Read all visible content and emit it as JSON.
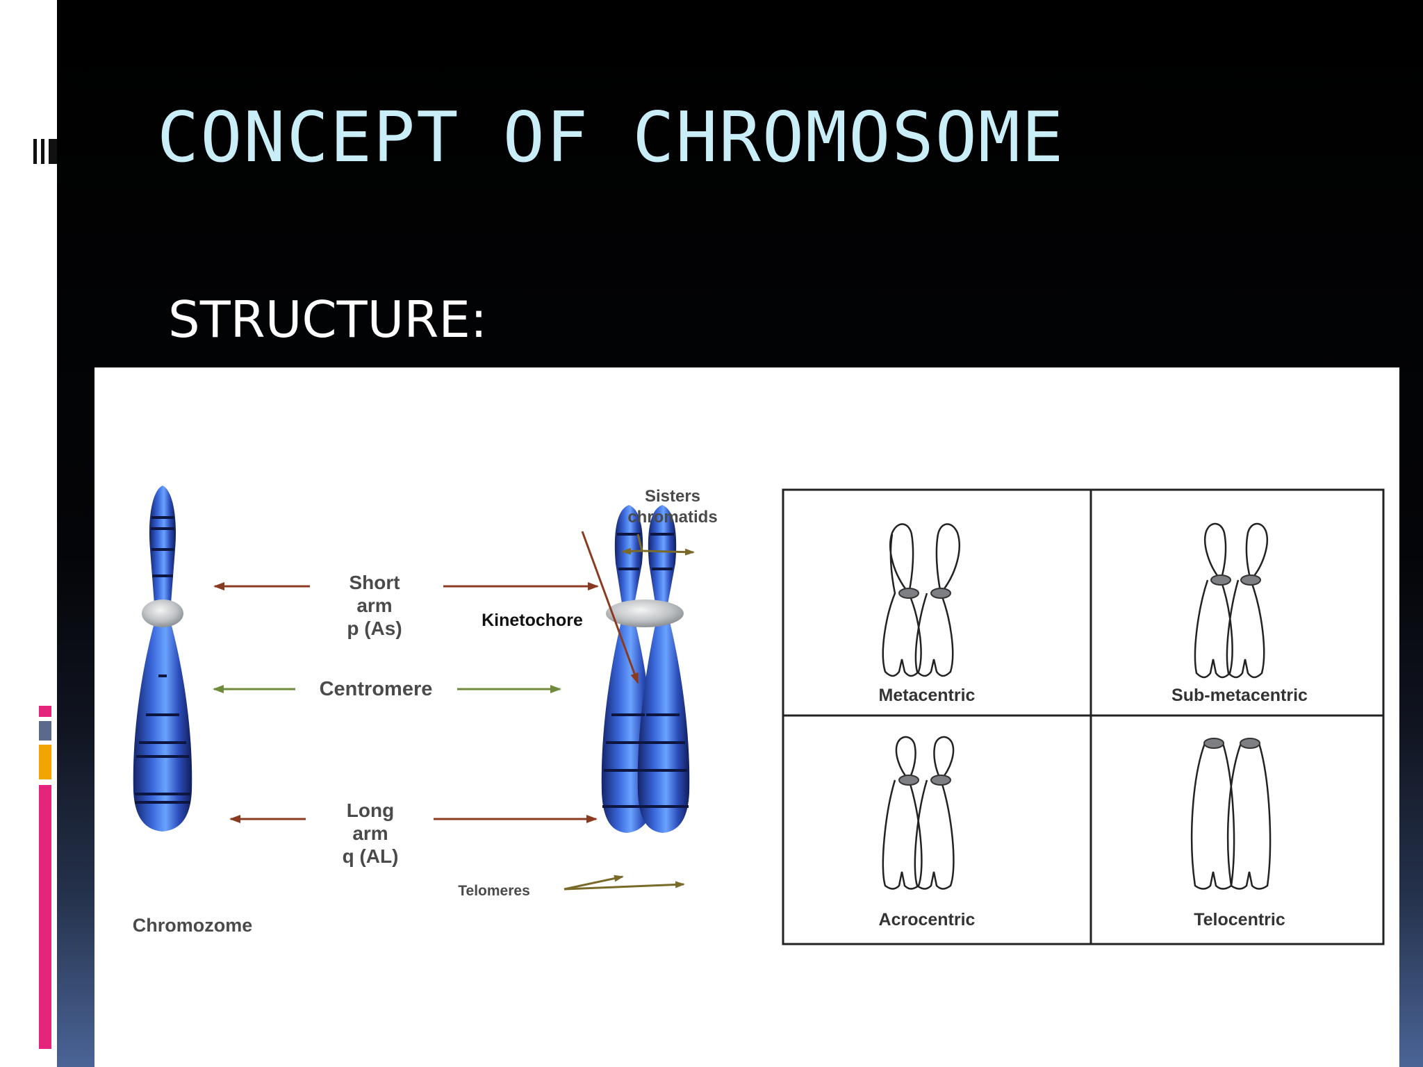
{
  "slide": {
    "title": "CONCEPT OF CHROMOSOME",
    "section_label": "STRUCTURE:"
  },
  "colors": {
    "title_text": "#c9eef8",
    "section_text": "#ffffff",
    "chromosome_blue": "#2f55c8",
    "centromere_gray": "#b9bcbf",
    "arrow_brown": "#8b3a22",
    "arrow_green": "#6f8a3a",
    "accent_pink": "#e3267b",
    "accent_orange": "#f2a500",
    "accent_slate": "#5b6a8a"
  },
  "diagram": {
    "labels": {
      "short_arm": [
        "Short",
        "arm",
        "p (As)"
      ],
      "centromere": "Centromere",
      "long_arm": [
        "Long",
        "arm",
        "q (AL)"
      ],
      "kinetochore": "Kinetochore",
      "sister_chromatids": [
        "Sisters",
        "chromatids"
      ],
      "telomeres": "Telomeres",
      "chromosome": "Chromozome"
    },
    "types": [
      "Metacentric",
      "Sub-metacentric",
      "Acrocentric",
      "Telocentric"
    ]
  }
}
